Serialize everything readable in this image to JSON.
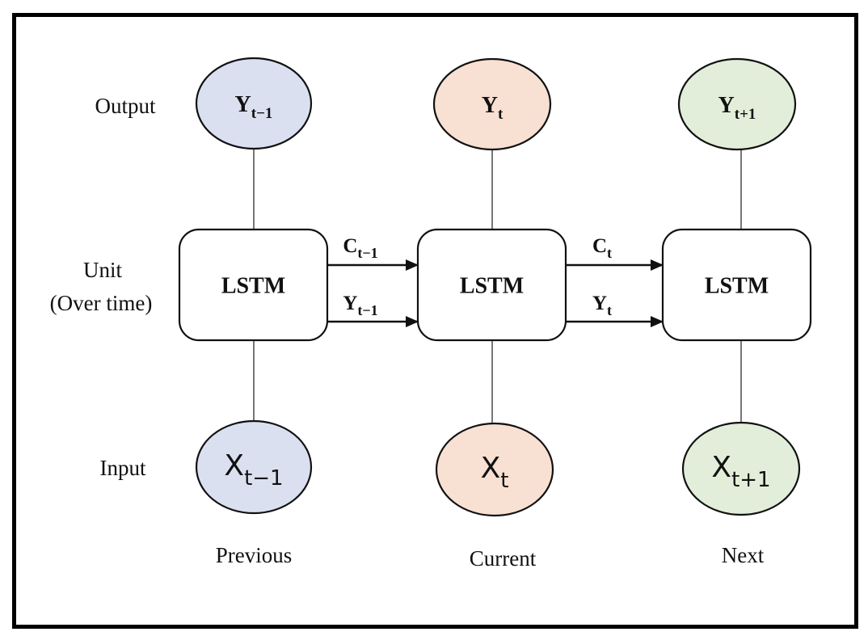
{
  "diagram": {
    "title": "LSTM unrolled over time",
    "row_labels": {
      "output": "Output",
      "unit_line1": "Unit",
      "unit_line2": "(Over time)",
      "input": "Input"
    },
    "columns": [
      {
        "id": "previous",
        "label": "Previous",
        "color": "#DAE0F0",
        "output": {
          "base": "Y",
          "sub": "t−1"
        },
        "unit": "LSTM",
        "input": {
          "base": "X",
          "sub": "t−1"
        }
      },
      {
        "id": "current",
        "label": "Current",
        "color": "#F8E0D2",
        "output": {
          "base": "Y",
          "sub": "t"
        },
        "unit": "LSTM",
        "input": {
          "base": "X",
          "sub": "t"
        }
      },
      {
        "id": "next",
        "label": "Next",
        "color": "#E2EED9",
        "output": {
          "base": "Y",
          "sub": "t+1"
        },
        "unit": "LSTM",
        "input": {
          "base": "X",
          "sub": "t+1"
        }
      }
    ],
    "edges": [
      {
        "from": "previous",
        "to": "current",
        "cell_state": {
          "base": "C",
          "sub": "t−1"
        },
        "hidden_state": {
          "base": "Y",
          "sub": "t−1"
        }
      },
      {
        "from": "current",
        "to": "next",
        "cell_state": {
          "base": "C",
          "sub": "t"
        },
        "hidden_state": {
          "base": "Y",
          "sub": "t"
        }
      }
    ]
  }
}
